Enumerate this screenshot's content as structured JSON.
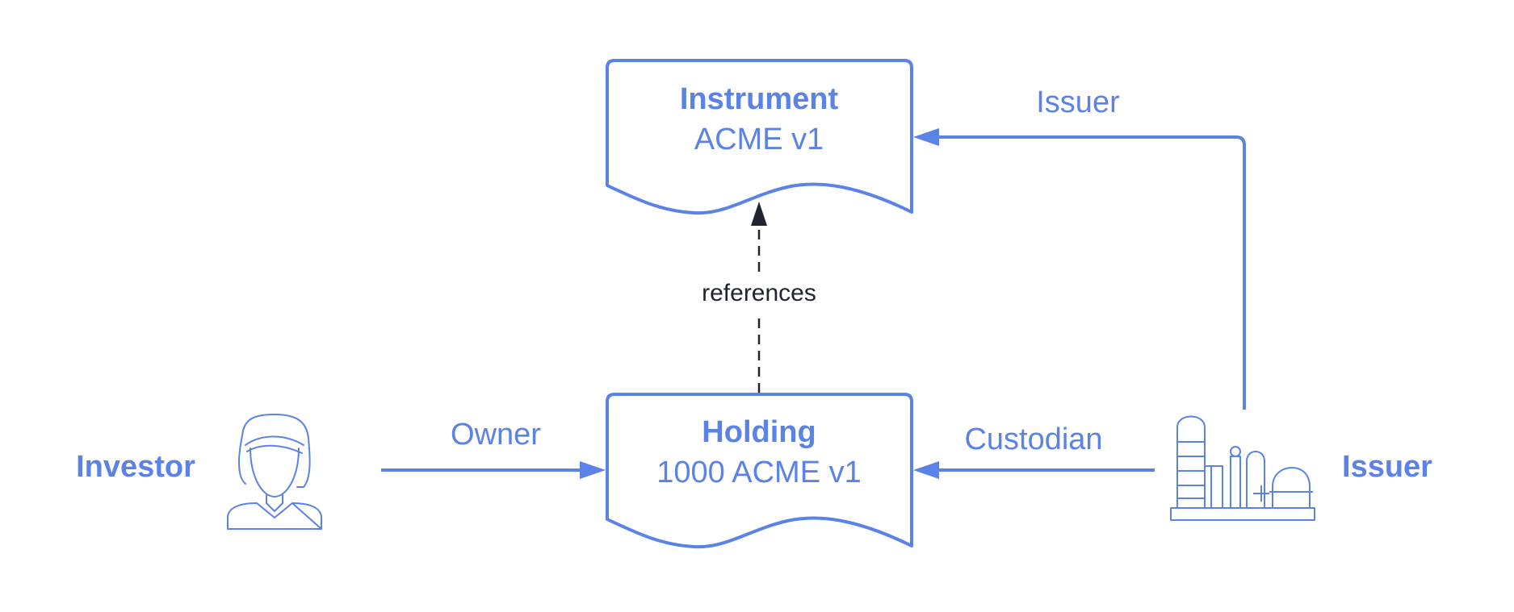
{
  "colors": {
    "accent": "#5b82e6",
    "dark": "#1f2430",
    "background": "#ffffff"
  },
  "nodes": {
    "instrument": {
      "title": "Instrument",
      "subtitle": "ACME v1"
    },
    "holding": {
      "title": "Holding",
      "subtitle": "1000 ACME v1"
    },
    "investor": {
      "label": "Investor",
      "icon": "person-icon"
    },
    "issuer": {
      "label": "Issuer",
      "icon": "factory-icon"
    }
  },
  "edges": {
    "references": {
      "label": "references",
      "style": "dashed"
    },
    "owner": {
      "label": "Owner"
    },
    "custodian": {
      "label": "Custodian"
    },
    "issuer": {
      "label": "Issuer"
    }
  }
}
